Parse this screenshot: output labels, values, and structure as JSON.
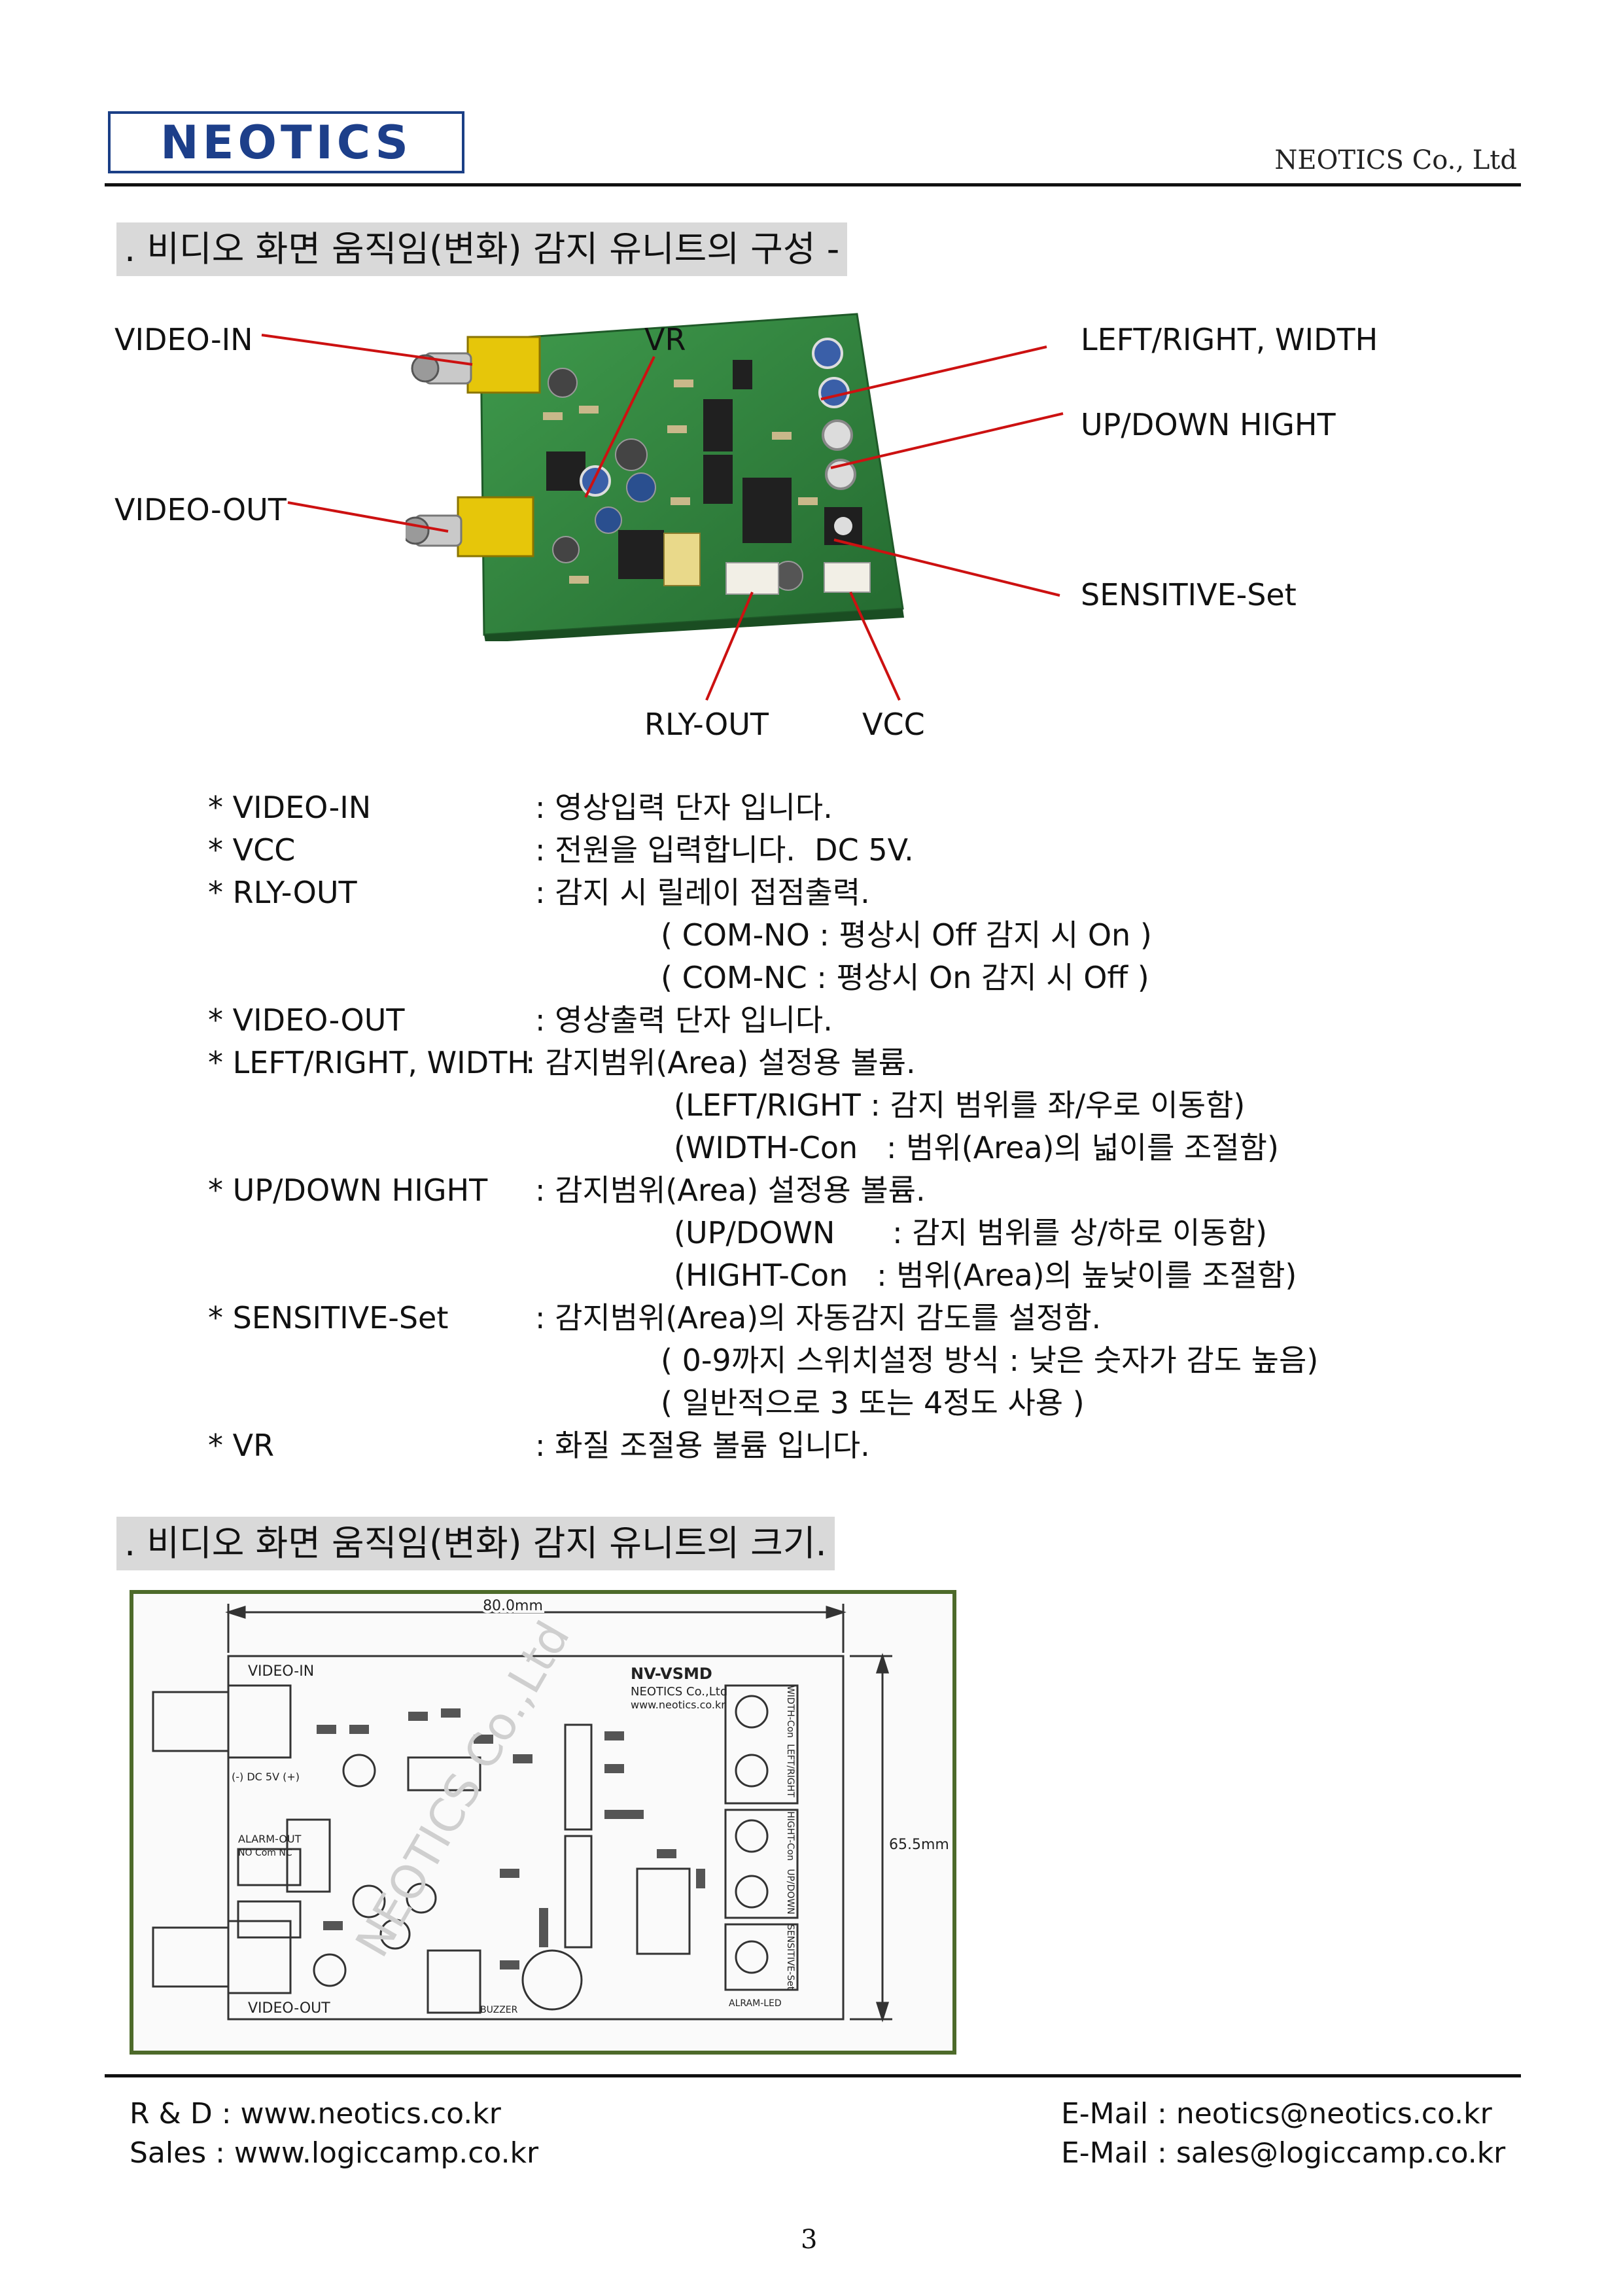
{
  "header": {
    "logo_text": "NEOTICS",
    "company": "NEOTICS Co., Ltd"
  },
  "section1": {
    "title": ". 비디오 화면 움직임(변화) 감지 유니트의 구성 -"
  },
  "photo_labels": {
    "video_in": "VIDEO-IN",
    "vr": "VR",
    "left_right": "LEFT/RIGHT, WIDTH",
    "up_down": "UP/DOWN HIGHT",
    "video_out": "VIDEO-OUT",
    "sensitive": "SENSITIVE-Set",
    "rly_out": "RLY-OUT",
    "vcc": "VCC"
  },
  "specs": [
    {
      "name": "* VIDEO-IN",
      "desc": ": 영상입력 단자 입니다."
    },
    {
      "name": "* VCC",
      "desc": ": 전원을 입력합니다.  DC 5V."
    },
    {
      "name": "* RLY-OUT",
      "desc": ": 감지 시 릴레이 접점출력."
    },
    {
      "name": "",
      "desc": "( COM-NO : 평상시 Off 감지 시 On )"
    },
    {
      "name": "",
      "desc": "( COM-NC : 평상시 On 감지 시 Off )"
    },
    {
      "name": "* VIDEO-OUT",
      "desc": ": 영상출력 단자 입니다."
    },
    {
      "name": "* LEFT/RIGHT, WIDTH",
      "desc": ": 감지범위(Area) 설정용 볼륨."
    },
    {
      "name": "",
      "desc": "(LEFT/RIGHT : 감지 범위를 좌/우로 이동함)"
    },
    {
      "name": "",
      "desc": "(WIDTH-Con   : 범위(Area)의 넓이를 조절함)"
    },
    {
      "name": "* UP/DOWN HIGHT",
      "desc": ": 감지범위(Area) 설정용 볼륨."
    },
    {
      "name": "",
      "desc": "(UP/DOWN      : 감지 범위를 상/하로 이동함)"
    },
    {
      "name": "",
      "desc": "(HIGHT-Con   : 범위(Area)의 높낮이를 조절함)"
    },
    {
      "name": "* SENSITIVE-Set",
      "desc": ": 감지범위(Area)의 자동감지 감도를 설정함."
    },
    {
      "name": "",
      "desc": "( 0-9까지 스위치설정 방식 : 낮은 숫자가 감도 높음)"
    },
    {
      "name": "",
      "desc": "( 일반적으로 3 또는 4정도 사용 )"
    },
    {
      "name": "* VR",
      "desc": ": 화질 조절용 볼륨 입니다."
    }
  ],
  "section2": {
    "title": ". 비디오 화면 움직임(변화) 감지 유니트의 크기."
  },
  "drawing": {
    "width_dim": "80.0mm",
    "height_dim": "65.5mm",
    "model": "NV-VSMD",
    "maker": "NEOTICS Co.,Ltd",
    "url": "www.neotics.co.kr",
    "video_in": "VIDEO-IN",
    "video_out": "VIDEO-OUT",
    "power": "(-) DC 5V (+)",
    "alarm_out": "ALARM-OUT",
    "alarm_pins": "NO  Com  NC",
    "buzzer": "BUZZER",
    "alarm_led": "ALRAM-LED",
    "pot_labels": [
      "WIDTH-Con",
      "LEFT/RIGHT",
      "HIGHT-Con",
      "UP/DOWN",
      "SENSITIVE-Set"
    ]
  },
  "footer": {
    "rd": "R & D : www.neotics.co.kr",
    "sales": "Sales : www.logiccamp.co.kr",
    "email1": "E-Mail : neotics@neotics.co.kr",
    "email2": "E-Mail : sales@logiccamp.co.kr",
    "page": "3"
  },
  "colors": {
    "logo_blue": "#1d3f8a",
    "callout_red": "#cc1111",
    "heading_bg": "#d9d9d9",
    "pcb_green": "#2f7d3b",
    "frame_green": "#4d6a2a"
  }
}
